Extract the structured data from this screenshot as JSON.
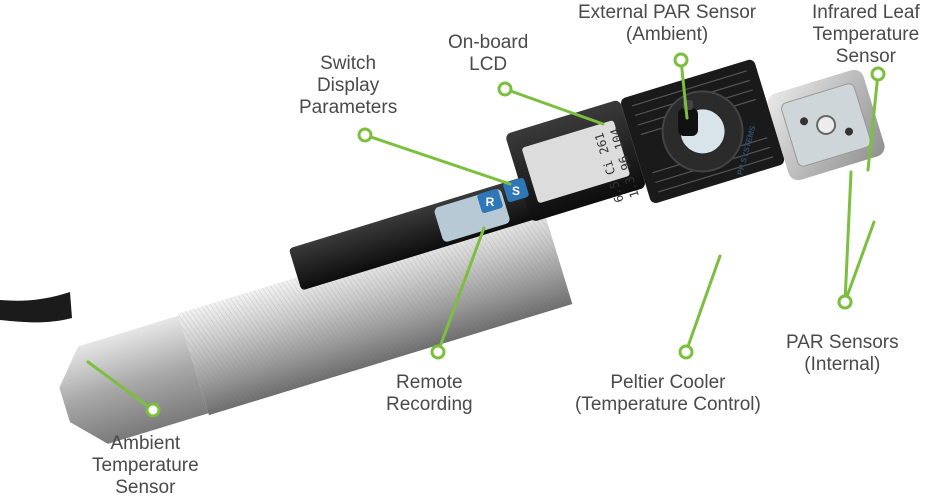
{
  "accent_color": "#7cbf3f",
  "text_color": "#4a4a4a",
  "lcd": {
    "brand": "PP SYSTEMS",
    "row1": "6.5 Ci 261",
    "row2": "1.3 96 104"
  },
  "keypad": {
    "key_s": "S",
    "key_r": "R"
  },
  "labels": {
    "external_par": [
      "External PAR Sensor",
      "(Ambient)"
    ],
    "infrared_leaf": [
      "Infrared Leaf",
      "Temperature",
      "Sensor"
    ],
    "onboard_lcd": [
      "On-board",
      "LCD"
    ],
    "switch_display": [
      "Switch",
      "Display",
      "Parameters"
    ],
    "remote_recording": [
      "Remote",
      "Recording"
    ],
    "peltier": [
      "Peltier Cooler",
      "(Temperature Control)"
    ],
    "par_internal": [
      "PAR Sensors",
      "(Internal)"
    ],
    "ambient_temp": [
      "Ambient",
      "Temperature",
      "Sensor"
    ]
  }
}
